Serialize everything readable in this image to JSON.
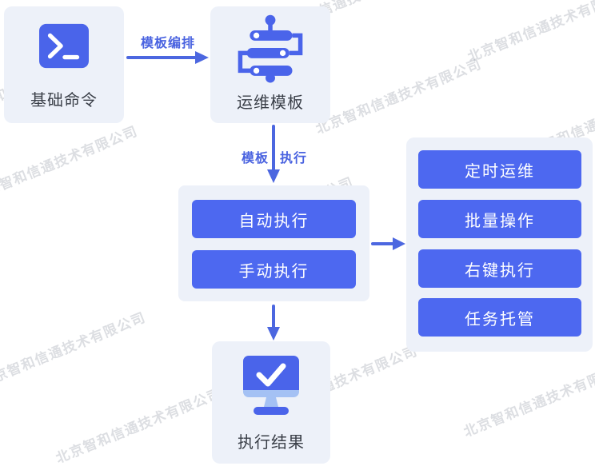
{
  "diagram": {
    "nodes": {
      "basic_command": {
        "label": "基础命令",
        "icon": "terminal-icon"
      },
      "ops_template": {
        "label": "运维模板",
        "icon": "pipeline-icon"
      },
      "exec_result": {
        "label": "执行结果",
        "icon": "monitor-check-icon"
      }
    },
    "exec_group": {
      "buttons": [
        {
          "label": "自动执行"
        },
        {
          "label": "手动执行"
        }
      ]
    },
    "feature_group": {
      "buttons": [
        {
          "label": "定时运维"
        },
        {
          "label": "批量操作"
        },
        {
          "label": "右键执行"
        },
        {
          "label": "任务托管"
        }
      ]
    },
    "arrows": {
      "orchestrate": {
        "label": "模板编排"
      },
      "execute": {
        "label_left": "模板",
        "label_right": "执行"
      }
    }
  },
  "watermark": {
    "text": "北京智和信通技术有限公司"
  },
  "colors": {
    "accent_blue": "#4d68f0",
    "icon_blue": "#4a64ea",
    "arrow_blue": "#4c67e0",
    "flow_label_blue": "#4a63e0",
    "panel_bg": "#edf1f9",
    "node_text": "#3a3f48",
    "monitor_light_blue": "#a4c1f4",
    "watermark_gray": "#d6d9de"
  }
}
